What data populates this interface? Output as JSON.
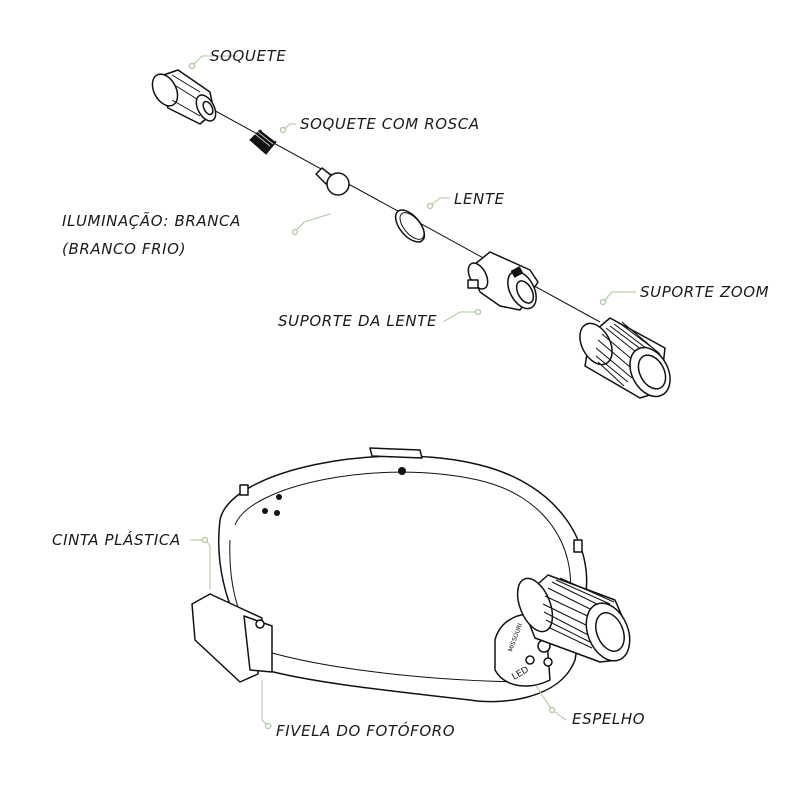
{
  "labels": {
    "soquete": "SOQUETE",
    "soquete_rosca": "SOQUETE COM ROSCA",
    "iluminacao_line1": "ILUMINAÇÃO: BRANCA",
    "iluminacao_line2": "(BRANCO FRIO)",
    "lente": "LENTE",
    "suporte_lente": "SUPORTE DA LENTE",
    "suporte_zoom": "SUPORTE ZOOM",
    "cinta": "CINTA PLÁSTICA",
    "fivela": "FIVELA DO FOTÓFORO",
    "espelho": "ESPELHO"
  },
  "device_text": {
    "brand": "MISSOURI",
    "led": "LED"
  },
  "colors": {
    "leader": "#a9c79a",
    "outline": "#111111",
    "text": "#1a1a1a"
  }
}
